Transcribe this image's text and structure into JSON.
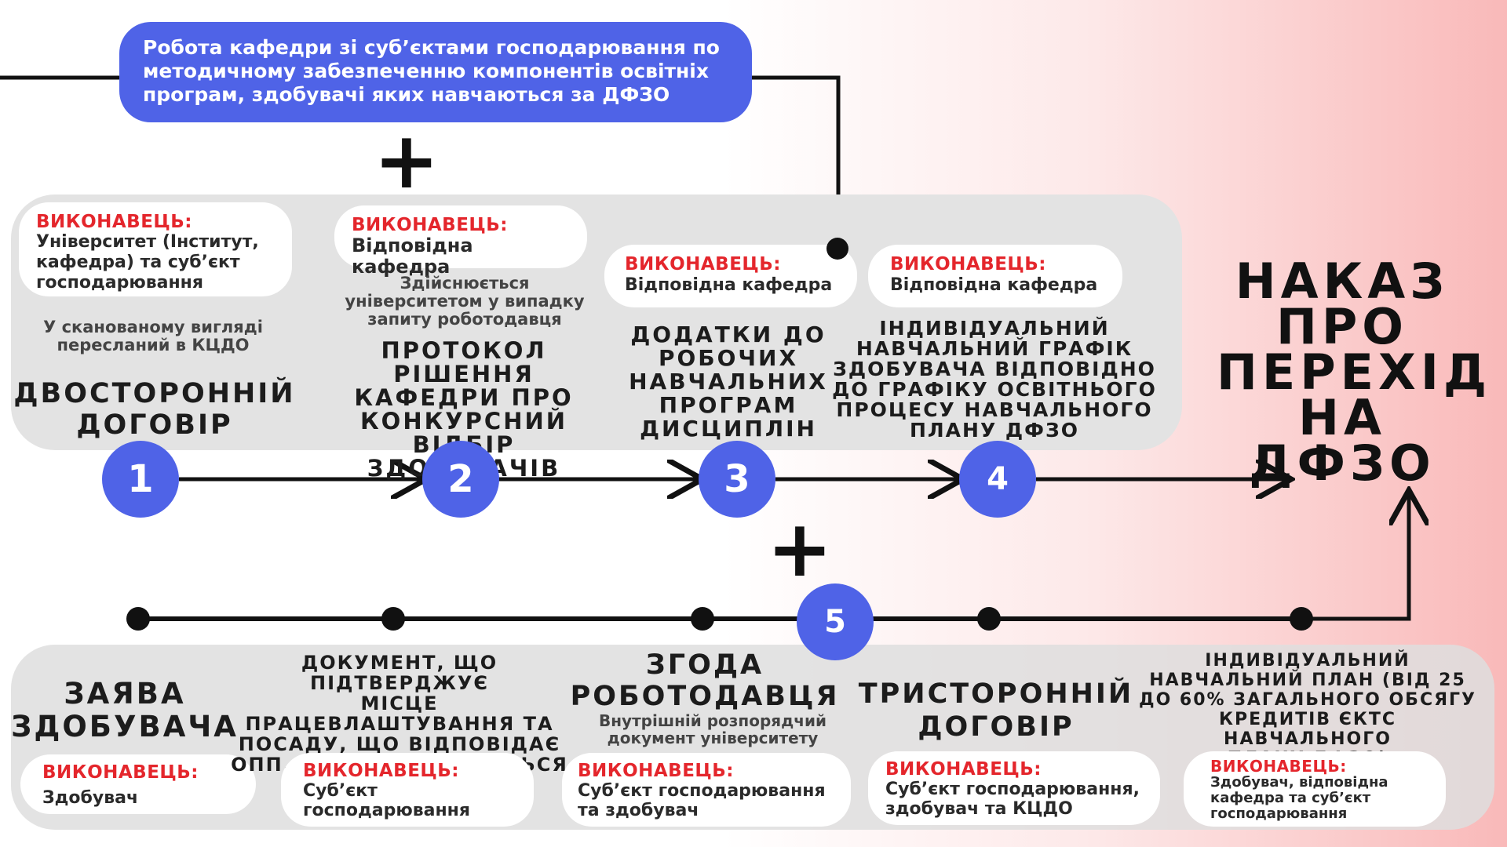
{
  "intro": "Робота кафедри зі суб’єктами господарювання по методичному забезпеченню компонентів освітніх програм, здобувачі яких навчаються за ДФЗО",
  "performer_label": "ВИКОНАВЕЦЬ:",
  "plus": "+",
  "order_title": [
    "НАКАЗ",
    "ПРО",
    "ПЕРЕХІД",
    "НА ДФЗО"
  ],
  "top_steps": [
    {
      "number": "1",
      "performer": "Університет (Інститут, кафедра) та суб’єкт господарювання",
      "note": "У сканованому вигляді пересланий в КЦДО",
      "title": [
        "ДВОСТОРОННІЙ",
        "ДОГОВІР"
      ]
    },
    {
      "number": "2",
      "performer": "Відповідна кафедра",
      "note": "Здійснюється університетом у випадку запиту роботодавця",
      "title": [
        "ПРОТОКОЛ РІШЕННЯ",
        "КАФЕДРИ ПРО",
        "КОНКУРСНИЙ ВІДБІР",
        "ЗДОБУВАЧІВ"
      ]
    },
    {
      "number": "3",
      "performer": "Відповідна кафедра",
      "note": "",
      "title": [
        "ДОДАТКИ ДО",
        "РОБОЧИХ",
        "НАВЧАЛЬНИХ",
        "ПРОГРАМ",
        "ДИСЦИПЛІН"
      ]
    },
    {
      "number": "4",
      "performer": "Відповідна кафедра",
      "note": "",
      "title": [
        "ІНДИВІДУАЛЬНИЙ",
        "НАВЧАЛЬНИЙ ГРАФІК",
        "ЗДОБУВАЧА ВІДПОВІДНО",
        "ДО ГРАФІКУ ОСВІТНЬОГО",
        "ПРОЦЕСУ НАВЧАЛЬНОГО",
        "ПЛАНУ ДФЗО"
      ]
    }
  ],
  "step5_number": "5",
  "bottom_items": [
    {
      "title": [
        "ЗАЯВА",
        "ЗДОБУВАЧА"
      ],
      "note": "",
      "performer": "Здобувач"
    },
    {
      "title": [
        "ДОКУМЕНТ, ЩО ПІДТВЕРДЖУЄ",
        "МІСЦЕ ПРАЦЕВЛАШТУВАННЯ ТА",
        "ПОСАДУ, ЩО ВІДПОВІДАЄ",
        "ОПП, НА ЯКІЙ НАВЧАЄТЬСЯ",
        "ЗДОБУВАЧ"
      ],
      "note": "",
      "performer": "Суб’єкт господарювання"
    },
    {
      "title": [
        "ЗГОДА",
        "РОБОТОДАВЦЯ"
      ],
      "note": "Внутрішній розпорядчий документ університету",
      "performer": "Суб’єкт господарювання та здобувач"
    },
    {
      "title": [
        "ТРИСТОРОННІЙ",
        "ДОГОВІР"
      ],
      "note": "",
      "performer": "Суб’єкт господарювання, здобувач та КЦДО"
    },
    {
      "title": [
        "ІНДИВІДУАЛЬНИЙ",
        "НАВЧАЛЬНИЙ ПЛАН (ВІД 25",
        "ДО 60% ЗАГАЛЬНОГО ОБСЯГУ",
        "КРЕДИТІВ ЄКТС НАВЧАЛЬНОГО",
        "ПЛАНУ ДФЗО)"
      ],
      "note": "",
      "performer": "Здобувач, відповідна кафедра та суб’єкт господарювання"
    }
  ]
}
